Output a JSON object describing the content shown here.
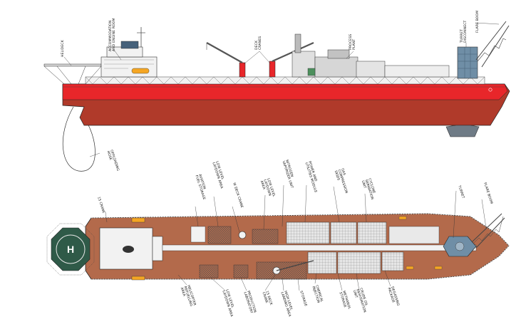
{
  "colors": {
    "hull_red": "#e8262a",
    "hull_lower": "#b03a2a",
    "deck_brown": "#b36a4b",
    "structure_white": "#f2f2f2",
    "structure_grey": "#9a9a9a",
    "turret_blue": "#6f8ea6",
    "helideck_green": "#2f5a48",
    "line": "#222222"
  },
  "side_view": {
    "labels": {
      "helideck": "HELIDECK",
      "accommodation": "ACCOMMODATION\nAND ENGINE ROOM",
      "deck_cranes": "DECK\nCRANES",
      "process_plant": "PROCESS\nPLANT",
      "turret_disconnect": "TURRET\nDISCONNECT",
      "flare_boom": "FLARE BOOM",
      "offloading_hose": "OFFLOADING\nHOSE"
    }
  },
  "plan_view": {
    "helideck_mark": "H",
    "labels_top": {
      "crane_15t": "15 CRANE",
      "aviation_fuel": "AVIATION\nFUEL STORAGE",
      "low_level_laydown": "LOW LEVEL\nLAYDOWN AREA",
      "deck_crane": "W DECK CRANE",
      "low_level_laydown_2": "LOW LEVEL\nLAYDOWN\nAREA",
      "nitrogen": "NITROGEN\nVAPORIZER UNIT",
      "power_utilities": "POWER AND\nUTILITIES MODULE",
      "gas_compression": "GAS\nCOMPRESSION\nSKIDS",
      "cyclone_separation": "CYCLONE\nSEPARATION\nUNIT",
      "turret": "TURRET",
      "flare_boom": "FLARE BOOM"
    },
    "labels_bottom": {
      "helicopter_refuelling": "HELICOPTER\nREFUELLING\nAREA",
      "low_level_laydown": "LOW LEVEL\nLAYDOWN AREA",
      "production_laboratory": "PRODUCTION\nLABORATORY",
      "deck_crane_15": "15 DECK\nCRANE",
      "high_level_landing": "HIGH LEVEL\nLANDING AREA",
      "storage": "STORAGE",
      "chemical_injection": "CHEMICAL\nINJECTION",
      "methanol_storage": "METHANOL\nSTORAGE",
      "crude_oil_dehydration": "CRUDE OIL\nDEHYDRATION\nUNIT",
      "degassing_package": "DEGASSING\nPACKAGE"
    }
  }
}
